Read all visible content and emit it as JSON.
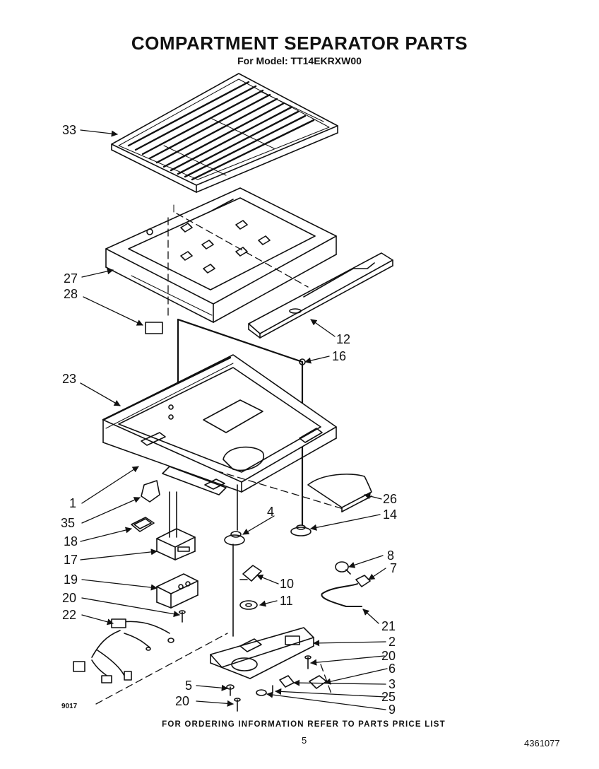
{
  "header": {
    "title": "COMPARTMENT SEPARATOR PARTS",
    "subtitle": "For Model: TT14EKRXW00"
  },
  "diagram": {
    "callouts": [
      {
        "id": "c33",
        "label": "33"
      },
      {
        "id": "c27",
        "label": "27"
      },
      {
        "id": "c28",
        "label": "28"
      },
      {
        "id": "c12",
        "label": "12"
      },
      {
        "id": "c16",
        "label": "16"
      },
      {
        "id": "c23",
        "label": "23"
      },
      {
        "id": "c26",
        "label": "26"
      },
      {
        "id": "c14",
        "label": "14"
      },
      {
        "id": "c1",
        "label": "1"
      },
      {
        "id": "c35",
        "label": "35"
      },
      {
        "id": "c4",
        "label": "4"
      },
      {
        "id": "c18",
        "label": "18"
      },
      {
        "id": "c17",
        "label": "17"
      },
      {
        "id": "c8",
        "label": "8"
      },
      {
        "id": "c7",
        "label": "7"
      },
      {
        "id": "c19",
        "label": "19"
      },
      {
        "id": "c10",
        "label": "10"
      },
      {
        "id": "c11",
        "label": "11"
      },
      {
        "id": "c20a",
        "label": "20"
      },
      {
        "id": "c22",
        "label": "22"
      },
      {
        "id": "c21",
        "label": "21"
      },
      {
        "id": "c2",
        "label": "2"
      },
      {
        "id": "c20b",
        "label": "20"
      },
      {
        "id": "c6",
        "label": "6"
      },
      {
        "id": "c5",
        "label": "5"
      },
      {
        "id": "c3",
        "label": "3"
      },
      {
        "id": "c25",
        "label": "25"
      },
      {
        "id": "c20c",
        "label": "20"
      },
      {
        "id": "c9",
        "label": "9"
      }
    ],
    "figure_code": "9017"
  },
  "footer": {
    "note": "FOR ORDERING INFORMATION REFER TO PARTS PRICE LIST",
    "page_number": "5",
    "document_number": "4361077"
  }
}
